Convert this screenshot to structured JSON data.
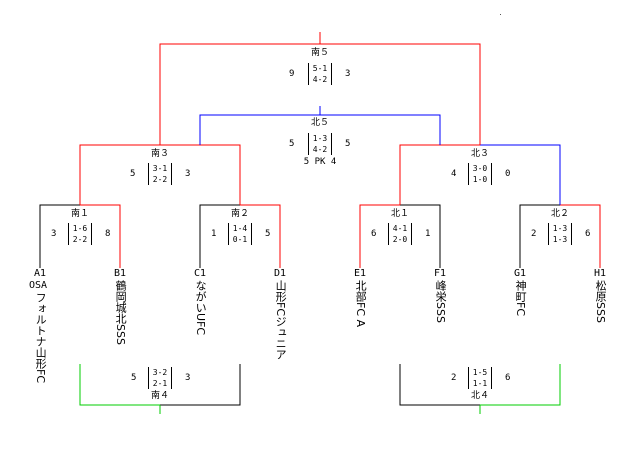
{
  "colors": {
    "red": "#ff0000",
    "blue": "#0000ff",
    "green": "#00cc00",
    "line": "#000000"
  },
  "teams": [
    {
      "code": "A1",
      "name_line1": "OSA",
      "name_rest": "フォルトナ山形FC"
    },
    {
      "code": "B1",
      "name_line1": "",
      "name_rest": "鶴岡城北SSS"
    },
    {
      "code": "C1",
      "name_line1": "",
      "name_rest": "ながいUFC"
    },
    {
      "code": "D1",
      "name_line1": "",
      "name_rest": "山形FCジュニア"
    },
    {
      "code": "E1",
      "name_line1": "",
      "name_rest": "北部FC A"
    },
    {
      "code": "F1",
      "name_line1": "",
      "name_rest": "峰栄SSS"
    },
    {
      "code": "G1",
      "name_line1": "",
      "name_rest": "神町FC"
    },
    {
      "code": "H1",
      "name_line1": "",
      "name_rest": "松原SSS"
    }
  ],
  "matches": {
    "minami1": {
      "label": "南１",
      "left": "3",
      "set1": "1-6",
      "set2": "2-2",
      "right": "8"
    },
    "minami2": {
      "label": "南２",
      "left": "1",
      "set1": "1-4",
      "set2": "0-1",
      "right": "5"
    },
    "kita1": {
      "label": "北１",
      "left": "6",
      "set1": "4-1",
      "set2": "2-0",
      "right": "1"
    },
    "kita2": {
      "label": "北２",
      "left": "2",
      "set1": "1-3",
      "set2": "1-3",
      "right": "6"
    },
    "minami3": {
      "label": "南３",
      "left": "5",
      "set1": "3-1",
      "set2": "2-2",
      "right": "3"
    },
    "kita3": {
      "label": "北３",
      "left": "4",
      "set1": "3-0",
      "set2": "1-0",
      "right": "0"
    },
    "kita5": {
      "label": "北５",
      "left": "5",
      "set1": "1-3",
      "set2": "4-2",
      "right": "5",
      "pk": "5 PK 4"
    },
    "minami5": {
      "label": "南５",
      "left": "9",
      "set1": "5-1",
      "set2": "4-2",
      "right": "3"
    },
    "minami4": {
      "label": "南４",
      "left": "5",
      "set1": "3-2",
      "set2": "2-1",
      "right": "3"
    },
    "kita4": {
      "label": "北４",
      "left": "2",
      "set1": "1-5",
      "set2": "1-1",
      "right": "6"
    }
  }
}
